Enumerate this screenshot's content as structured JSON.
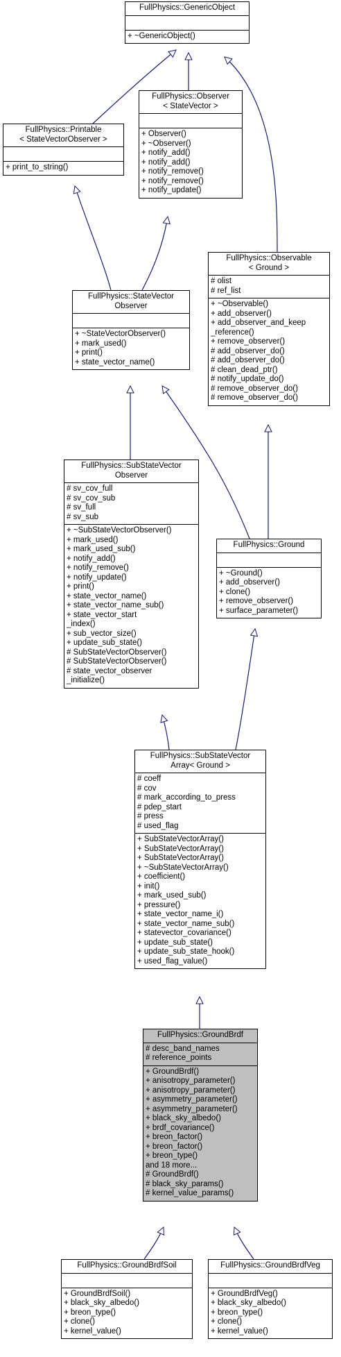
{
  "classes": {
    "generic_object": {
      "title": [
        "FullPhysics::GenericObject"
      ],
      "attributes": [],
      "methods": [
        "+ ~GenericObject()"
      ]
    },
    "printable": {
      "title": [
        "FullPhysics::Printable",
        "< StateVectorObserver >"
      ],
      "attributes": [],
      "methods": [
        "+ print_to_string()"
      ]
    },
    "observer": {
      "title": [
        "FullPhysics::Observer",
        "< StateVector >"
      ],
      "attributes": [],
      "methods": [
        "+ Observer()",
        "+ ~Observer()",
        "+ notify_add()",
        "+ notify_add()",
        "+ notify_remove()",
        "+ notify_remove()",
        "+ notify_update()"
      ]
    },
    "observable": {
      "title": [
        "FullPhysics::Observable",
        "< Ground >"
      ],
      "attributes": [
        "# olist",
        "# ref_list"
      ],
      "methods": [
        "+ ~Observable()",
        "+ add_observer()",
        "+ add_observer_and_keep",
        "_reference()",
        "+ remove_observer()",
        "# add_observer_do()",
        "# add_observer_do()",
        "# clean_dead_ptr()",
        "# notify_update_do()",
        "# remove_observer_do()",
        "# remove_observer_do()"
      ]
    },
    "state_vector_observer": {
      "title": [
        "FullPhysics::StateVector",
        "Observer"
      ],
      "attributes": [],
      "methods": [
        "+ ~StateVectorObserver()",
        "+ mark_used()",
        "+ print()",
        "+ state_vector_name()"
      ]
    },
    "sub_state_vector_observer": {
      "title": [
        "FullPhysics::SubStateVector",
        "Observer"
      ],
      "attributes": [
        "# sv_cov_full",
        "# sv_cov_sub",
        "# sv_full",
        "# sv_sub"
      ],
      "methods": [
        "+ ~SubStateVectorObserver()",
        "+ mark_used()",
        "+ mark_used_sub()",
        "+ notify_add()",
        "+ notify_remove()",
        "+ notify_update()",
        "+ print()",
        "+ state_vector_name()",
        "+ state_vector_name_sub()",
        "+ state_vector_start",
        "_index()",
        "+ sub_vector_size()",
        "+ update_sub_state()",
        "# SubStateVectorObserver()",
        "# SubStateVectorObserver()",
        "# state_vector_observer",
        "_initialize()"
      ]
    },
    "ground": {
      "title": [
        "FullPhysics::Ground"
      ],
      "attributes": [],
      "methods": [
        "+ ~Ground()",
        "+ add_observer()",
        "+ clone()",
        "+ remove_observer()",
        "+ surface_parameter()"
      ]
    },
    "sub_state_vector_array": {
      "title": [
        "FullPhysics::SubStateVector",
        "Array< Ground >"
      ],
      "attributes": [
        "# coeff",
        "# cov",
        "# mark_according_to_press",
        "# pdep_start",
        "# press",
        "# used_flag"
      ],
      "methods": [
        "+ SubStateVectorArray()",
        "+ SubStateVectorArray()",
        "+ SubStateVectorArray()",
        "+ ~SubStateVectorArray()",
        "+ coefficient()",
        "+ init()",
        "+ mark_used_sub()",
        "+ pressure()",
        "+ state_vector_name_i()",
        "+ state_vector_name_sub()",
        "+ statevector_covariance()",
        "+ update_sub_state()",
        "+ update_sub_state_hook()",
        "+ used_flag_value()"
      ]
    },
    "ground_brdf": {
      "title": [
        "FullPhysics::GroundBrdf"
      ],
      "attributes": [
        "# desc_band_names",
        "# reference_points"
      ],
      "methods": [
        "+ GroundBrdf()",
        "+ anisotropy_parameter()",
        "+ anisotropy_parameter()",
        "+ asymmetry_parameter()",
        "+ asymmetry_parameter()",
        "+ black_sky_albedo()",
        "+ brdf_covariance()",
        "+ breon_factor()",
        "+ breon_factor()",
        "+ breon_type()",
        "and 18 more...",
        "# GroundBrdf()",
        "# black_sky_params()",
        "# kernel_value_params()"
      ]
    },
    "ground_brdf_soil": {
      "title": [
        "FullPhysics::GroundBrdfSoil"
      ],
      "attributes": [],
      "methods": [
        "+ GroundBrdfSoil()",
        "+ black_sky_albedo()",
        "+ breon_type()",
        "+ clone()",
        "+ kernel_value()"
      ]
    },
    "ground_brdf_veg": {
      "title": [
        "FullPhysics::GroundBrdfVeg"
      ],
      "attributes": [],
      "methods": [
        "+ GroundBrdfVeg()",
        "+ black_sky_albedo()",
        "+ breon_type()",
        "+ clone()",
        "+ kernel_value()"
      ]
    }
  },
  "colors": {
    "edge": "#191970",
    "highlight_fill": "#bfbfbf",
    "border": "#000000"
  }
}
